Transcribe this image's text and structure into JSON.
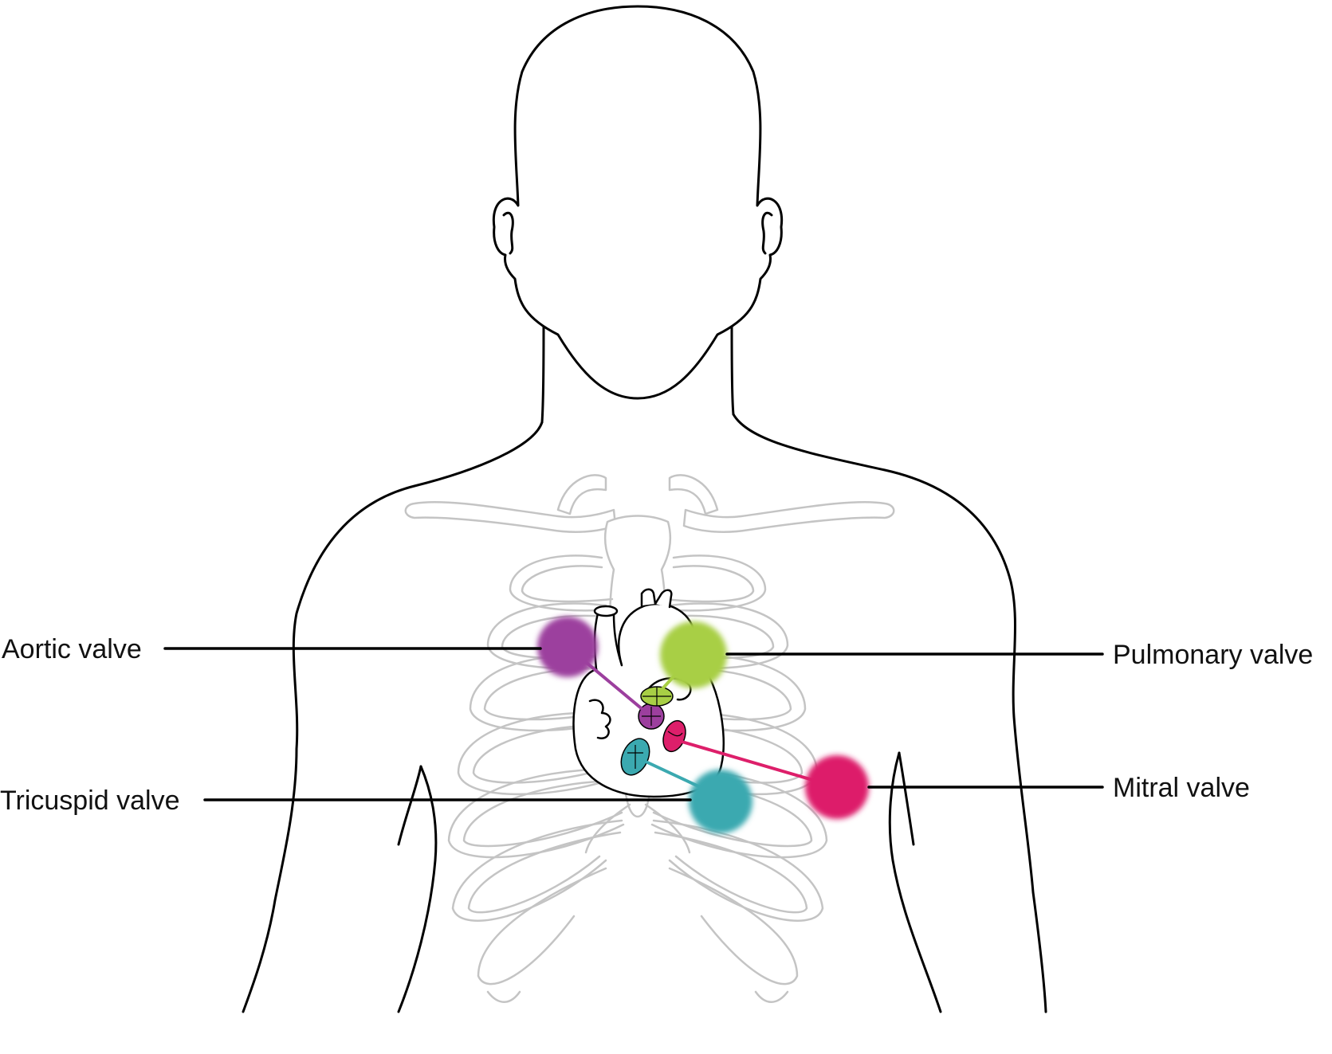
{
  "labels": {
    "aortic": "Aortic valve",
    "pulmonary": "Pulmonary valve",
    "tricuspid": "Tricuspid valve",
    "mitral": "Mitral valve"
  },
  "colors": {
    "aortic": "#9c3f9e",
    "pulmonary": "#a8cf45",
    "tricuspid": "#3ba9b0",
    "mitral": "#dd1f6a",
    "outline": "#000000",
    "skeleton": "#c4c4c4"
  }
}
